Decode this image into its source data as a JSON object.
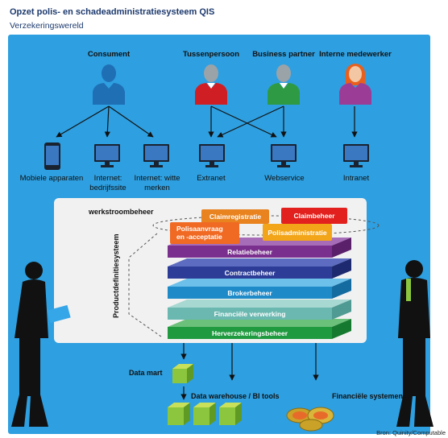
{
  "title": "Opzet polis- en schadeadministratiesysteem QIS",
  "subtitle": "Verzekeringswereld",
  "actors": [
    {
      "label": "Consument",
      "color": "#1f6fb5"
    },
    {
      "label": "Tussenpersoon",
      "color": "#d01f24"
    },
    {
      "label": "Business partner",
      "color": "#2e9b44"
    },
    {
      "label": "Interne medewerker",
      "color": "#9b3d97"
    }
  ],
  "channels": [
    {
      "label": "Mobiele apparaten",
      "icon": "phone-icon"
    },
    {
      "label": "Internet: bedrijfssite",
      "icon": "monitor-icon"
    },
    {
      "label": "Internet: witte merken",
      "icon": "monitor-icon"
    },
    {
      "label": "Extranet",
      "icon": "monitor-icon"
    },
    {
      "label": "Webservice",
      "icon": "monitor-icon"
    },
    {
      "label": "Intranet",
      "icon": "monitor-icon"
    }
  ],
  "workflow_label": "werkstroombeheer",
  "product_label": "Productdefinitiesysteem",
  "top_modules": [
    {
      "label": "Claimregistratie",
      "color": "#e8831f"
    },
    {
      "label": "Claimbeheer",
      "color": "#e2201d"
    },
    {
      "label": "Polisaanvraag en -acceptatie",
      "color": "#f06a23"
    },
    {
      "label": "Polisadministratie",
      "color": "#f3a51a"
    }
  ],
  "layers": [
    {
      "label": "Relatiebeheer",
      "color": "#7a2f8e"
    },
    {
      "label": "Contractbeheer",
      "color": "#2d3d97"
    },
    {
      "label": "Brokerbeheer",
      "color": "#1e8ac8"
    },
    {
      "label": "Financiële verwerking",
      "color": "#6ab8b0"
    },
    {
      "label": "Herverzekeringsbeheer",
      "color": "#1f9a3f"
    }
  ],
  "outputs": [
    {
      "label": "Data mart"
    },
    {
      "label": "Data warehouse / BI tools"
    },
    {
      "label": "Financiële systemen"
    }
  ],
  "source": "Bron: Quinity/Computable"
}
